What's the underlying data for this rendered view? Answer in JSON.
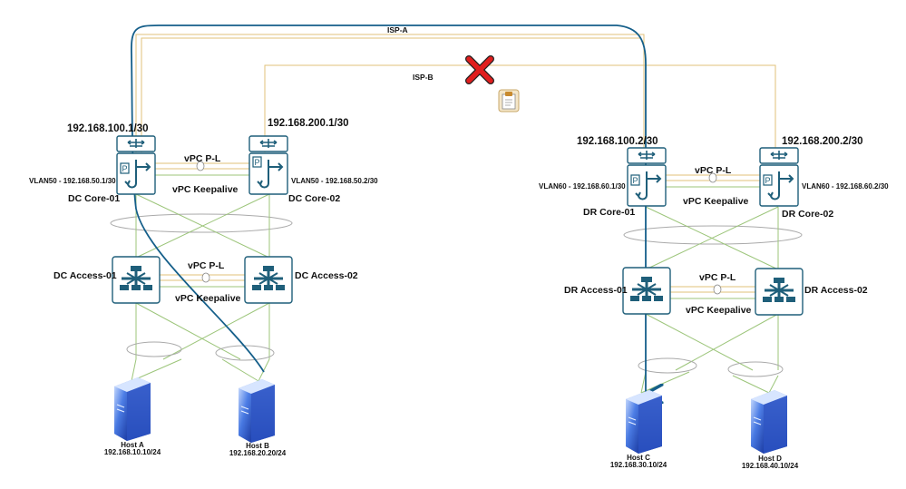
{
  "colors": {
    "device_stroke": "#1f5f7a",
    "device_fill": "#ffffff",
    "link_green": "#9cc57a",
    "link_tan": "#e0c27a",
    "flow_line": "#155f8a",
    "cross": "#e01e1e",
    "server_blue": "#2e5fd1"
  },
  "isp": {
    "a": "ISP-A",
    "b": "ISP-B"
  },
  "dc": {
    "core1": {
      "name": "DC Core-01",
      "wan_ip": "192.168.100.1/30",
      "vlan": "VLAN50 - 192.168.50.1/30"
    },
    "core2": {
      "name": "DC Core-02",
      "wan_ip": "192.168.200.1/30",
      "vlan": "VLAN50 - 192.168.50.2/30"
    },
    "core_peer": "vPC P-L",
    "core_keepalive": "vPC Keepalive",
    "access1": "DC Access-01",
    "access2": "DC Access-02",
    "access_peer": "vPC P-L",
    "access_keepalive": "vPC Keepalive",
    "hostA": {
      "name": "Host A",
      "ip": "192.168.10.10/24"
    },
    "hostB": {
      "name": "Host B",
      "ip": "192.168.20.20/24"
    }
  },
  "dr": {
    "core1": {
      "name": "DR Core-01",
      "wan_ip": "192.168.100.2/30",
      "vlan": "VLAN60 - 192.168.60.1/30"
    },
    "core2": {
      "name": "DR Core-02",
      "wan_ip": "192.168.200.2/30",
      "vlan": "VLAN60 - 192.168.60.2/30"
    },
    "core_peer": "vPC P-L",
    "core_keepalive": "vPC Keepalive",
    "access1": "DR Access-01",
    "access2": "DR Access-02",
    "access_peer": "vPC P-L",
    "access_keepalive": "vPC Keepalive",
    "hostC": {
      "name": "Host C",
      "ip": "192.168.30.10/24"
    },
    "hostD": {
      "name": "Host D",
      "ip": "192.168.40.10/24"
    }
  },
  "icons": {
    "failure": "red-x-icon",
    "note": "clipboard-icon",
    "switch": "multilayer-switch-icon",
    "router": "router-icon",
    "server": "server-icon"
  }
}
